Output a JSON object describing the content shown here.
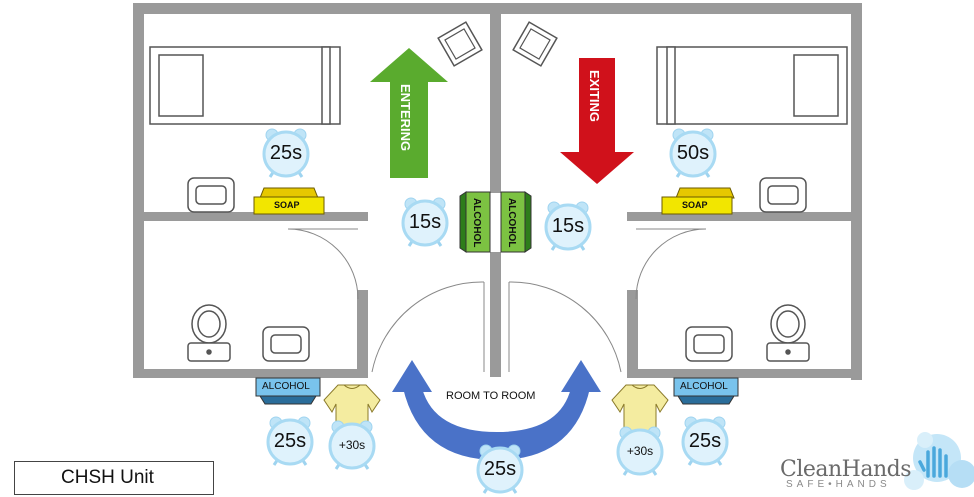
{
  "diagram": {
    "arrows": {
      "entering": "ENTERING",
      "exiting": "EXITING",
      "room_to_room": "ROOM TO ROOM"
    },
    "stations": {
      "soap_left": "SOAP",
      "soap_right": "SOAP",
      "alcohol_left": "ALCOHOL",
      "alcohol_right": "ALCOHOL",
      "alcohol_door_left": "ALCOHOL",
      "alcohol_door_right": "ALCOHOL"
    },
    "timers": {
      "left_sink": "25s",
      "right_sink": "50s",
      "door_left": "15s",
      "door_right": "15s",
      "left_alcohol": "25s",
      "right_alcohol": "25s",
      "left_gown": "+30s",
      "right_gown": "+30s",
      "room_to_room": "25s"
    },
    "unit_label": "CHSH Unit",
    "logo": {
      "name": "CleanHands",
      "tagline": "SAFE•HANDS"
    }
  },
  "colors": {
    "wall": "#9a9a9a",
    "entering": "#5aab2e",
    "exiting": "#d0111b",
    "room_to_room": "#4a72c8",
    "soap": "#f2e600",
    "alcohol": "#79c3ec",
    "alcohol_door": "#7cc242",
    "timer": "#bfe4f7",
    "gown": "#f4eca0"
  }
}
